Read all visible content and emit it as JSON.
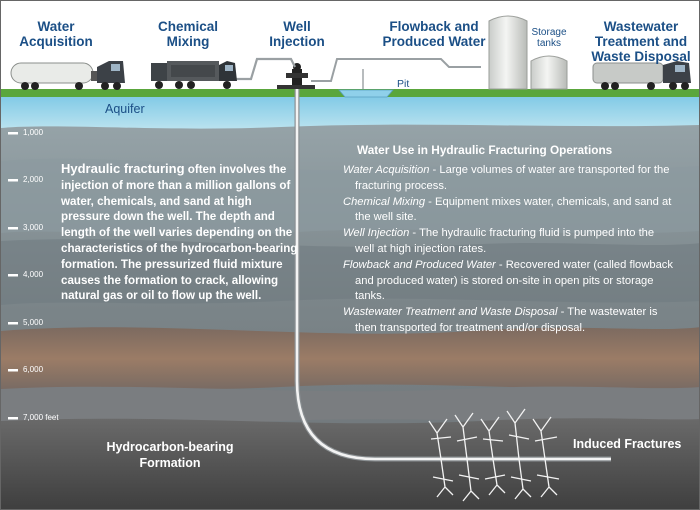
{
  "stages": [
    {
      "label_line1": "Water",
      "label_line2": "Acquisition"
    },
    {
      "label_line1": "Chemical",
      "label_line2": "Mixing"
    },
    {
      "label_line1": "Well",
      "label_line2": "Injection"
    },
    {
      "label_line1": "Flowback and",
      "label_line2": "Produced Water"
    },
    {
      "label_line1": "Wastewater",
      "label_line2": "Treatment and",
      "label_line3": "Waste Disposal"
    }
  ],
  "storage_line1": "Storage",
  "storage_line2": "tanks",
  "pit_label": "Pit",
  "aquifer_label": "Aquifer",
  "depths": [
    "1,000",
    "2,000",
    "3,000",
    "4,000",
    "5,000",
    "6,000",
    "7,000 feet"
  ],
  "intro": {
    "lead": "Hydraulic fracturing",
    "rest": " often involves the injection of more than a million gallons of water, chemicals, and sand at high pressure down the well. The depth and length of the well varies depending on the characteristics of the hydrocarbon-bearing formation. The pressurized fluid mixture causes the formation to crack, allowing natural gas or oil to flow up the well."
  },
  "uses_title": "Water Use in Hydraulic Fracturing Operations",
  "uses": [
    {
      "term": "Water Acquisition",
      "desc": " - Large volumes of water are transported for the fracturing process."
    },
    {
      "term": "Chemical Mixing",
      "desc": " - Equipment mixes water, chemicals, and sand at the well site."
    },
    {
      "term": "Well Injection",
      "desc": " - The hydraulic fracturing fluid is pumped into the well at high injection rates."
    },
    {
      "term": "Flowback and Produced Water",
      "desc": " - Recovered water (called flowback and produced water) is stored on-site in open pits or storage tanks."
    },
    {
      "term": "Wastewater Treatment and Waste Disposal",
      "desc": " - The wastewater is then transported for treatment and/or disposal."
    }
  ],
  "formation_line1": "Hydrocarbon-bearing",
  "formation_line2": "Formation",
  "fractures_label": "Induced Fractures",
  "colors": {
    "title_blue": "#1b4f86",
    "grass": "#5aa63c",
    "aquifer": "#8fd0ea",
    "rock_gray": "#7f8587",
    "brown_layer": "#8a7162",
    "formation_dark": "#4d4d4d"
  }
}
